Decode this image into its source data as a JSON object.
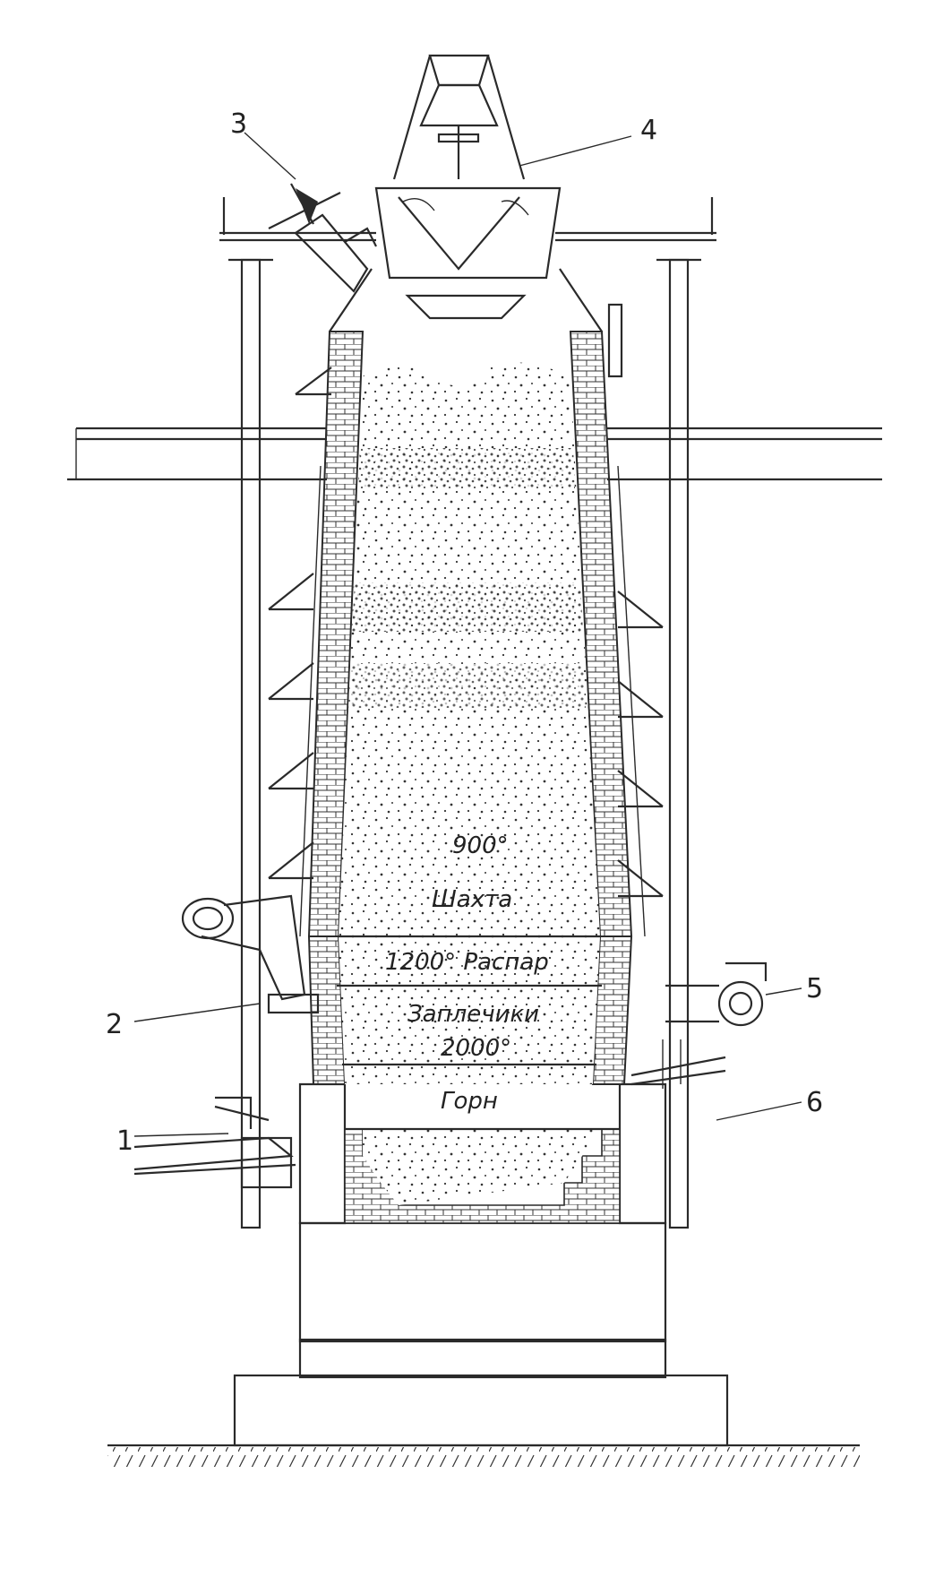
{
  "callouts": [
    {
      "id": "1",
      "label": "1"
    },
    {
      "id": "2",
      "label": "2"
    },
    {
      "id": "3",
      "label": "3"
    },
    {
      "id": "4",
      "label": "4"
    },
    {
      "id": "5",
      "label": "5"
    },
    {
      "id": "6",
      "label": "6"
    }
  ],
  "zones": {
    "temp_shaft": "900°",
    "shaft": "Шахта",
    "bosh_belly": "1200° Распар",
    "bosh": "Заплечики",
    "temp_bosh": "2000°",
    "hearth": "Горн"
  },
  "colors": {
    "line": "#2a2a2a",
    "background": "#ffffff"
  }
}
